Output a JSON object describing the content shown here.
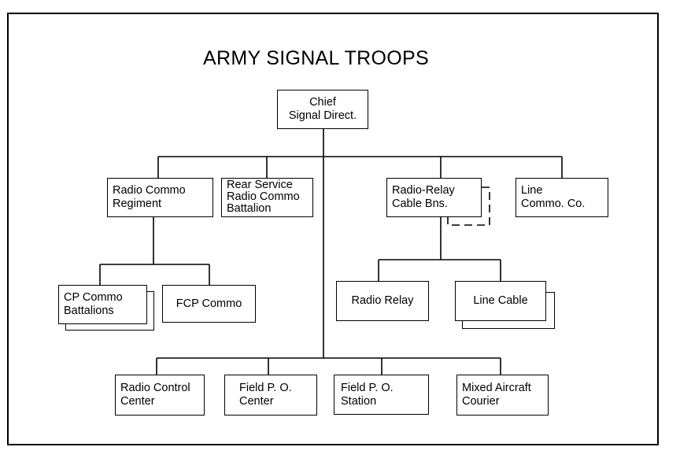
{
  "title": "ARMY SIGNAL TROOPS",
  "nodes": {
    "chief": {
      "line1": "Chief",
      "line2": "Signal Direct."
    },
    "radio_commo_regiment": {
      "line1": "Radio Commo",
      "line2": "Regiment"
    },
    "rear_service": {
      "line1": "Rear Service",
      "line2": "Radio Commo",
      "line3": "Battalion"
    },
    "radio_relay_cable": {
      "line1": "Radio-Relay",
      "line2": "Cable Bns."
    },
    "line_commo": {
      "line1": "Line",
      "line2": "Commo. Co."
    },
    "cp_commo": {
      "line1": "CP Commo",
      "line2": "Battalions"
    },
    "fcp_commo": {
      "line1": "FCP Commo"
    },
    "radio_relay": {
      "line1": "Radio Relay"
    },
    "line_cable": {
      "line1": "Line Cable"
    },
    "radio_control": {
      "line1": "Radio Control",
      "line2": "Center"
    },
    "field_po_center": {
      "line1": "Field P. O.",
      "line2": "Center"
    },
    "field_po_station": {
      "line1": "Field P. O.",
      "line2": "Station"
    },
    "mixed_aircraft": {
      "line1": "Mixed Aircraft",
      "line2": "Courier"
    }
  }
}
